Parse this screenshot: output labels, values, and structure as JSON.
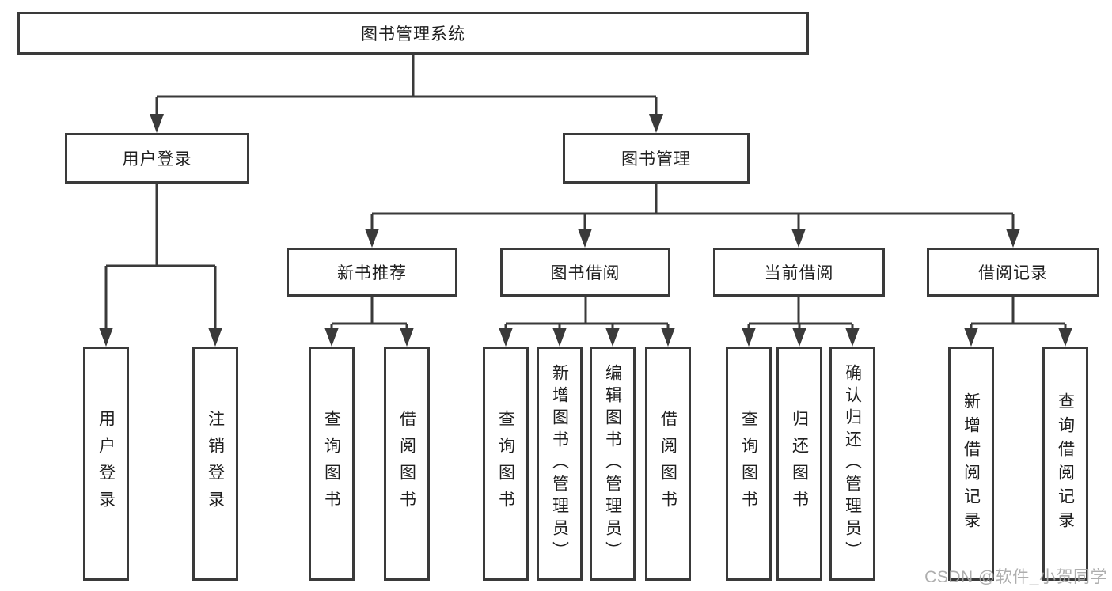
{
  "tree": {
    "label": "图书管理系统",
    "children": [
      {
        "label": "用户登录",
        "children": [
          {
            "label": "用户登录"
          },
          {
            "label": "注销登录"
          }
        ]
      },
      {
        "label": "图书管理",
        "children": [
          {
            "label": "新书推荐",
            "children": [
              {
                "label": "查询图书"
              },
              {
                "label": "借阅图书"
              }
            ]
          },
          {
            "label": "图书借阅",
            "children": [
              {
                "label": "查询图书"
              },
              {
                "label": "新增图书（管理员）"
              },
              {
                "label": "编辑图书（管理员）"
              },
              {
                "label": "借阅图书"
              }
            ]
          },
          {
            "label": "当前借阅",
            "children": [
              {
                "label": "查询图书"
              },
              {
                "label": "归还图书"
              },
              {
                "label": "确认归还（管理员）"
              }
            ]
          },
          {
            "label": "借阅记录",
            "children": [
              {
                "label": "新增借阅记录"
              },
              {
                "label": "查询借阅记录"
              }
            ]
          }
        ]
      }
    ]
  },
  "watermark": "CSDN @软件_小贺同学",
  "colors": {
    "line": "#3a3a3a",
    "text": "#1f1f1f",
    "watermark": "#a6a6a6",
    "background": "#ffffff"
  }
}
